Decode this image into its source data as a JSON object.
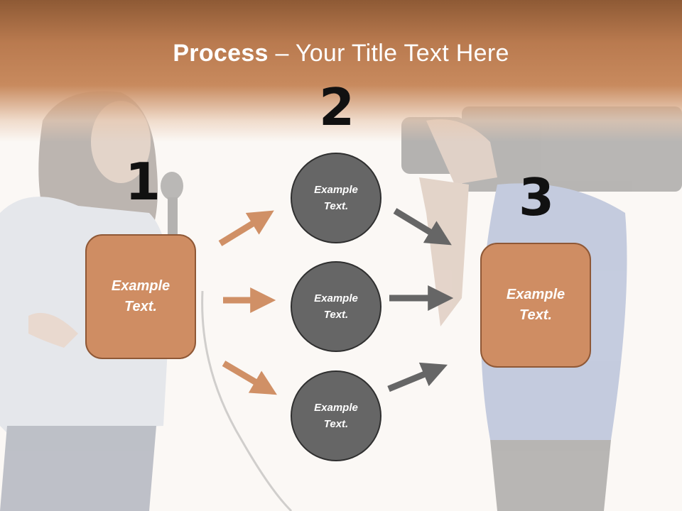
{
  "title": {
    "bold": "Process",
    "rest": " – Your Title Text Here"
  },
  "steps": [
    {
      "number": "1"
    },
    {
      "number": "2"
    },
    {
      "number": "3"
    }
  ],
  "start_box": {
    "label": "Example Text."
  },
  "middle_nodes": [
    {
      "label": "Example Text."
    },
    {
      "label": "Example Text."
    },
    {
      "label": "Example Text."
    }
  ],
  "end_box": {
    "label": "Example Text."
  },
  "colors": {
    "header": "#b97a4f",
    "box_fill": "#cf8d63",
    "circle_fill": "#666666",
    "arrow_in": "#d09066",
    "arrow_out": "#666666"
  }
}
